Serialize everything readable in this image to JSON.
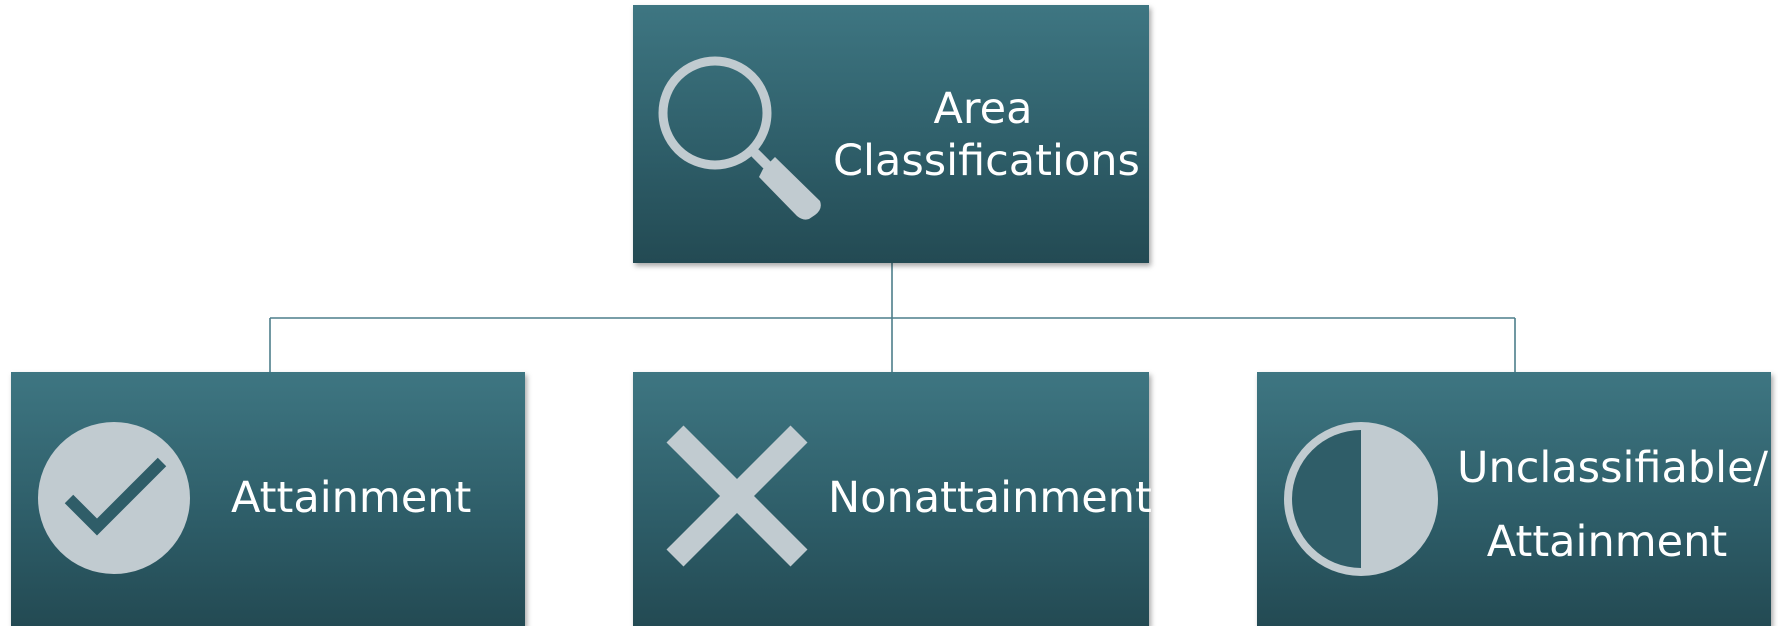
{
  "root": {
    "label_line1": "Area",
    "label_line2": "Classifications",
    "icon": "magnifying-glass"
  },
  "children": [
    {
      "label_line1": "Attainment",
      "icon": "checkmark-circle"
    },
    {
      "label_line1": "Nonattainment",
      "icon": "x-cross"
    },
    {
      "label_line1": "Unclassifiable/",
      "label_line2": "Attainment",
      "icon": "half-circle"
    }
  ],
  "colors": {
    "box_top": "#3e7682",
    "box_bottom": "#234a53",
    "icon": "#c1cbd0",
    "connector": "#4d7f8b",
    "text": "#ffffff"
  }
}
